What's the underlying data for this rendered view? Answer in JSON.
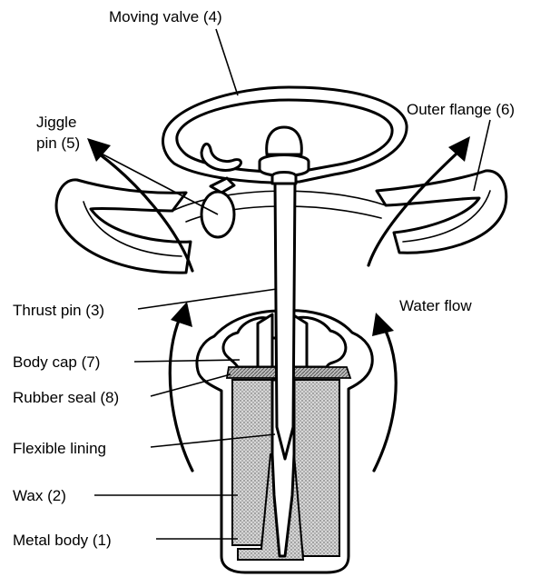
{
  "labels": {
    "moving_valve": "Moving valve (4)",
    "jiggle_pin_line1": "Jiggle",
    "jiggle_pin_line2": "pin (5)",
    "outer_flange": "Outer flange (6)",
    "thrust_pin": "Thrust pin (3)",
    "water_flow": "Water flow",
    "body_cap": "Body cap (7)",
    "rubber_seal": "Rubber seal (8)",
    "flexible_lining": "Flexible lining",
    "wax": "Wax (2)",
    "metal_body": "Metal body (1)"
  }
}
